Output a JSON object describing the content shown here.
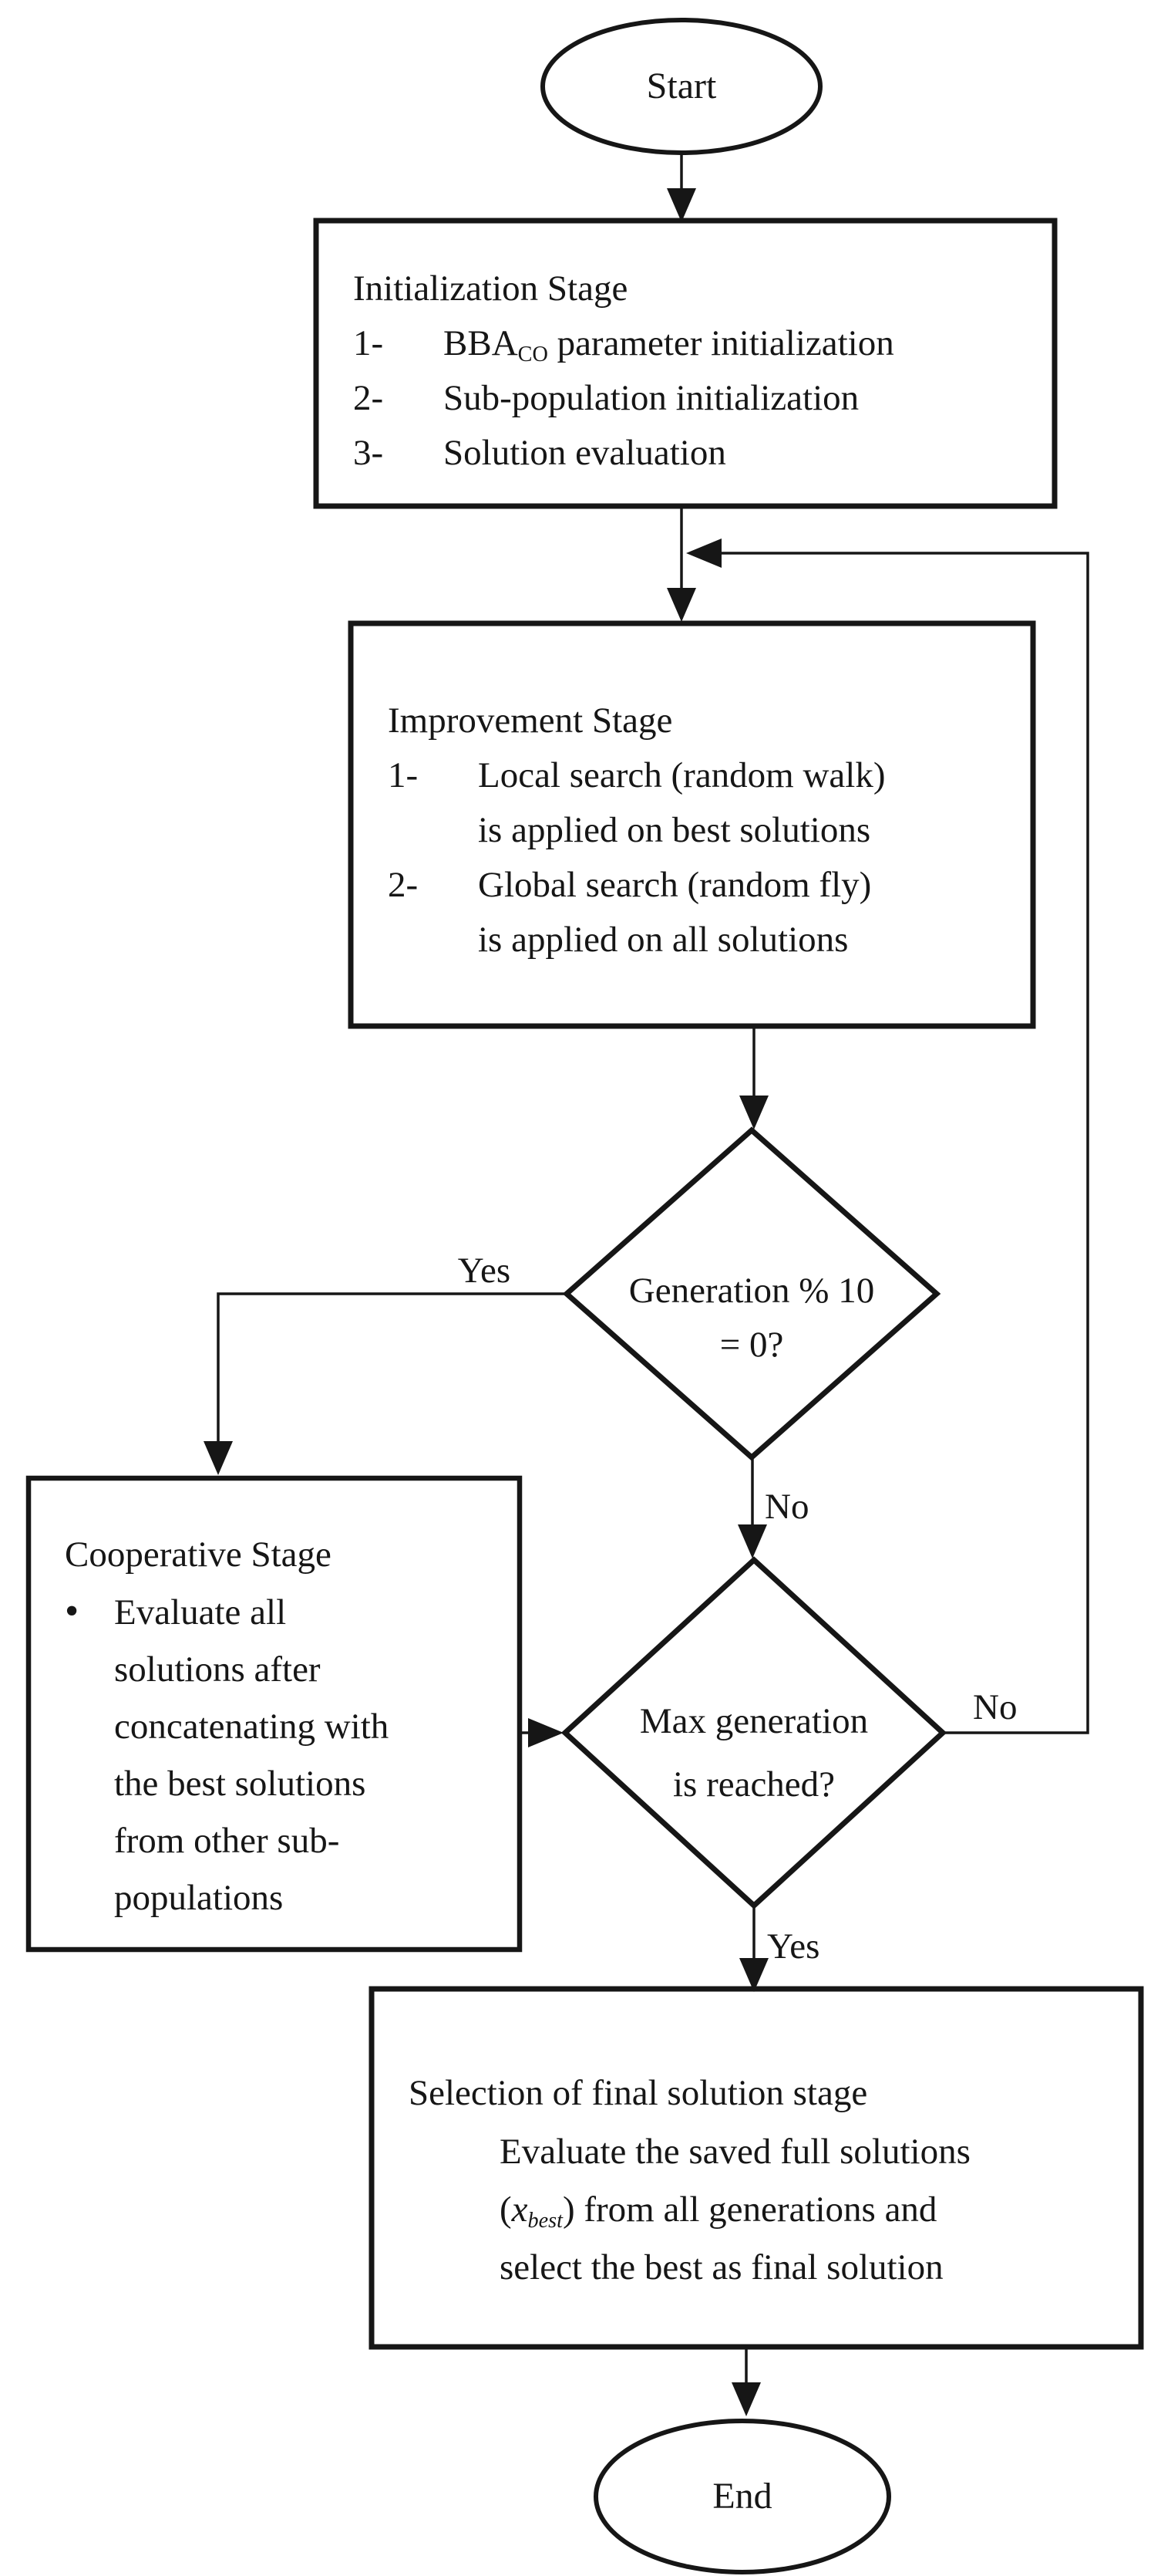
{
  "diagram": {
    "colors": {
      "ink": "#161616",
      "background": "#ffffff"
    },
    "start_label": "Start",
    "end_label": "End",
    "init": {
      "title": "Initialization Stage",
      "items": [
        {
          "num": "1-",
          "pre": "BBA",
          "sub": "CO",
          "rest": " parameter initialization"
        },
        {
          "num": "2-",
          "pre": "Sub-population initialization",
          "sub": "",
          "rest": ""
        },
        {
          "num": "3-",
          "pre": "Solution evaluation",
          "sub": "",
          "rest": ""
        }
      ]
    },
    "improvement": {
      "title": "Improvement Stage",
      "items": [
        {
          "num": "1-",
          "line1": "Local search (random walk)",
          "line2": "is applied on best solutions"
        },
        {
          "num": "2-",
          "line1": "Global search (random fly)",
          "line2": "is applied on all solutions"
        }
      ]
    },
    "decision1": {
      "line1": "Generation % 10",
      "line2": "= 0?",
      "yes_label": "Yes",
      "no_label": "No"
    },
    "cooperative": {
      "title": "Cooperative Stage",
      "bullet": "•",
      "item_first": "Evaluate all",
      "item_lines": [
        "solutions after",
        "concatenating with",
        "the best solutions",
        "from other sub-",
        "populations"
      ]
    },
    "decision2": {
      "line1": "Max generation",
      "line2": "is reached?",
      "no_label": "No",
      "yes_label": "Yes"
    },
    "selection": {
      "title": "Selection of final solution stage",
      "line1": "Evaluate the saved full solutions",
      "line2_open": "(",
      "line2_var": "x",
      "line2_sub": "best",
      "line2_rest": ") from all generations and",
      "line3": "select the best as final solution"
    }
  }
}
